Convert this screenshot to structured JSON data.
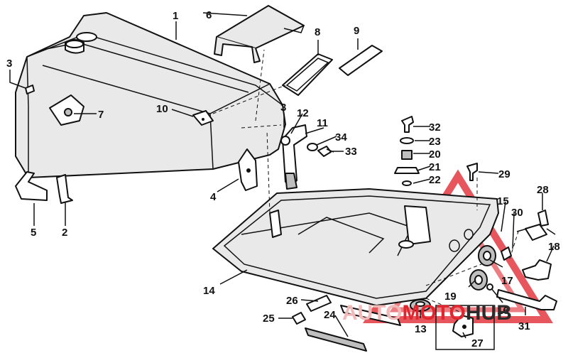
{
  "watermark": {
    "word_part1": "AUTO",
    "word_part2": "MOTO",
    "word_part3": "HUB",
    "accent": "#e0262e",
    "secondary": "#f2b9b9",
    "dark": "#2b2b2b"
  },
  "labels": [
    {
      "id": "1",
      "text": "1"
    },
    {
      "id": "2",
      "text": "2"
    },
    {
      "id": "3a",
      "text": "3"
    },
    {
      "id": "3b",
      "text": "3"
    },
    {
      "id": "4",
      "text": "4"
    },
    {
      "id": "5",
      "text": "5"
    },
    {
      "id": "6",
      "text": "6"
    },
    {
      "id": "7",
      "text": "7"
    },
    {
      "id": "8",
      "text": "8"
    },
    {
      "id": "9",
      "text": "9"
    },
    {
      "id": "10",
      "text": "10"
    },
    {
      "id": "11",
      "text": "11"
    },
    {
      "id": "12",
      "text": "12"
    },
    {
      "id": "13",
      "text": "13"
    },
    {
      "id": "14",
      "text": "14"
    },
    {
      "id": "15",
      "text": "15"
    },
    {
      "id": "16",
      "text": "16"
    },
    {
      "id": "17",
      "text": "17"
    },
    {
      "id": "18",
      "text": "18"
    },
    {
      "id": "19",
      "text": "19"
    },
    {
      "id": "20",
      "text": "20"
    },
    {
      "id": "21",
      "text": "21"
    },
    {
      "id": "22",
      "text": "22"
    },
    {
      "id": "23",
      "text": "23"
    },
    {
      "id": "24",
      "text": "24"
    },
    {
      "id": "25",
      "text": "25"
    },
    {
      "id": "26",
      "text": "26"
    },
    {
      "id": "27",
      "text": "27"
    },
    {
      "id": "28",
      "text": "28"
    },
    {
      "id": "29",
      "text": "29"
    },
    {
      "id": "30",
      "text": "30"
    },
    {
      "id": "31",
      "text": "31"
    },
    {
      "id": "32",
      "text": "32"
    },
    {
      "id": "33",
      "text": "33"
    },
    {
      "id": "34",
      "text": "34"
    }
  ]
}
